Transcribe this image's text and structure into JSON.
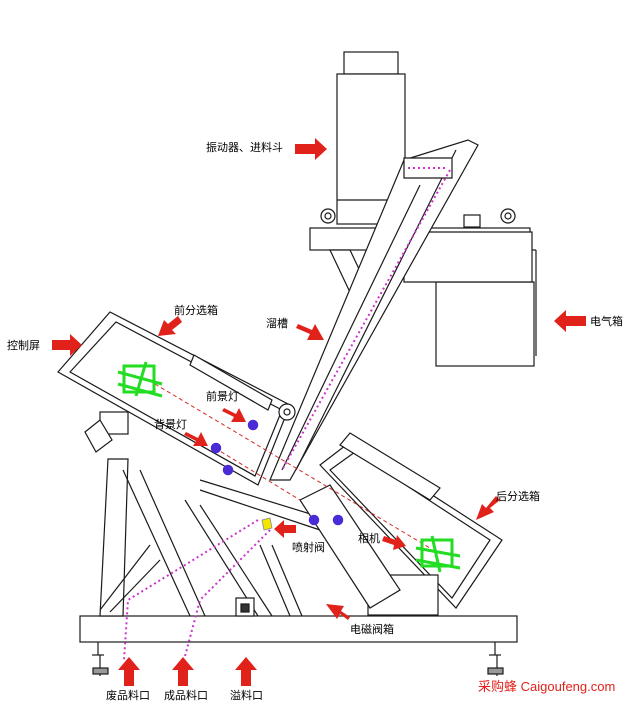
{
  "labels": {
    "vibrator_hopper": "振动器、进料斗",
    "electrical_box": "电气箱",
    "chute": "溜槽",
    "front_sorting_box": "前分选箱",
    "control_screen": "控制屏",
    "front_light": "前景灯",
    "back_light": "背景灯",
    "rear_sorting_box": "后分选箱",
    "ejector_valve": "喷射阀",
    "camera": "相机",
    "solenoid_valve_box": "电磁阀箱",
    "reject_outlet": "废品料口",
    "product_outlet": "成品料口",
    "overflow_outlet": "溢料口"
  },
  "watermark": {
    "brand": "采购蜂",
    "site": "Caigoufeng.com"
  },
  "colors": {
    "line": "#1a1a1a",
    "arrow": "#e0221b",
    "lamp": "#4a2bd6",
    "lamp_core": "#d01b8a",
    "camera": "#22dd22",
    "dotted": "#cc33cc",
    "beam": "#d42a2a",
    "valve": "#f2e600"
  }
}
